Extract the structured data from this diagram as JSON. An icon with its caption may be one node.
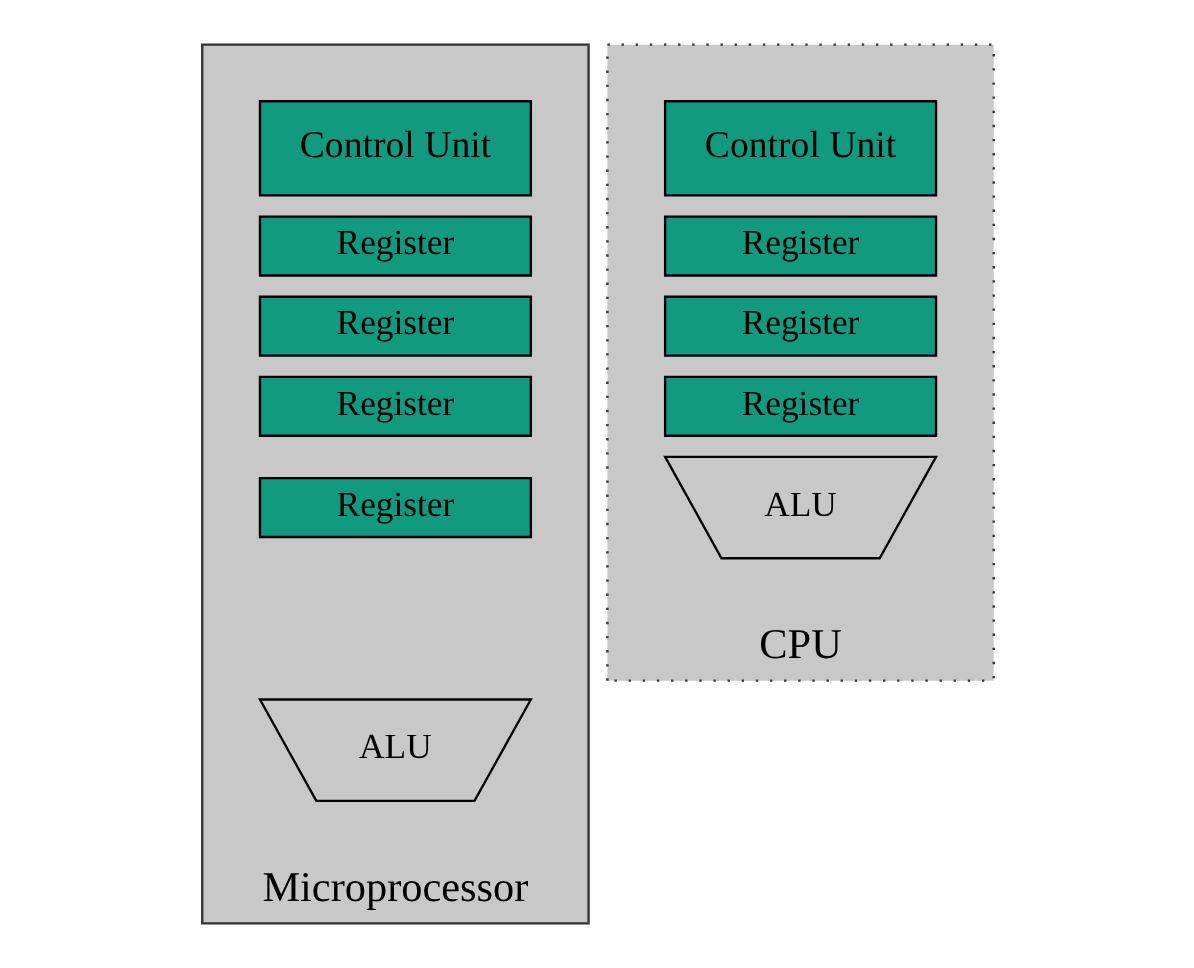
{
  "diagram": {
    "nodes": [
      {
        "text": [
          "Microprocessor"
        ]
      },
      {
        "text": [
          "Control Unit"
        ],
        "in": 0
      },
      {
        "text": [
          "Register"
        ],
        "in": 0
      },
      {
        "text": [
          "Register"
        ],
        "in": 0
      },
      {
        "text": [
          "Register"
        ],
        "in": 0
      },
      {
        "text": [
          "Register"
        ],
        "in": 0
      },
      {
        "text": [
          "ALU"
        ],
        "in": 0
      },
      {
        "text": [
          "CPU"
        ]
      },
      {
        "text": [
          "Control Unit"
        ],
        "in": 7
      },
      {
        "text": [
          "Register"
        ],
        "in": 7
      },
      {
        "text": [
          "Register"
        ],
        "in": 7
      },
      {
        "text": [
          "Register"
        ],
        "in": 7
      },
      {
        "text": [
          "ALU"
        ],
        "in": 7
      }
    ]
  }
}
